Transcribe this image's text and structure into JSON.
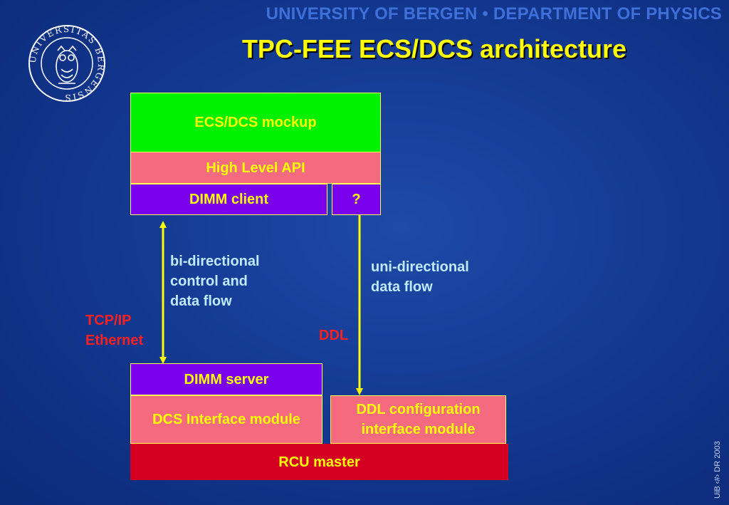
{
  "header": {
    "university": "UNIVERSITY OF BERGEN • DEPARTMENT OF PHYSICS",
    "title": "TPC-FEE ECS/DCS architecture",
    "seal_text": "UNIVERSITAS BERGENSIS"
  },
  "diagram": {
    "ecs_dcs_mockup": "ECS/DCS mockup",
    "high_level_api": "High Level API",
    "dimm_client": "DIMM client",
    "unknown": "?",
    "bidirectional_note": [
      "bi-directional",
      "control and",
      "data flow"
    ],
    "unidirectional_note": [
      "uni-directional",
      "data flow"
    ],
    "tcp_ip": [
      "TCP/IP",
      "Ethernet"
    ],
    "ddl": "DDL",
    "dimm_server": "DIMM server",
    "dcs_interface_module": "DCS Interface module",
    "ddl_config_module": [
      "DDL configuration",
      "interface module"
    ],
    "rcu_master": "RCU master"
  },
  "footer": {
    "credit": "UiB  ‹#›  DR 2003"
  },
  "colors": {
    "green": "#00f000",
    "pink": "#f46b7f",
    "purple": "#7b00ee",
    "red": "#d40022",
    "text": "#ffff00",
    "arrow": "#ffff00"
  }
}
